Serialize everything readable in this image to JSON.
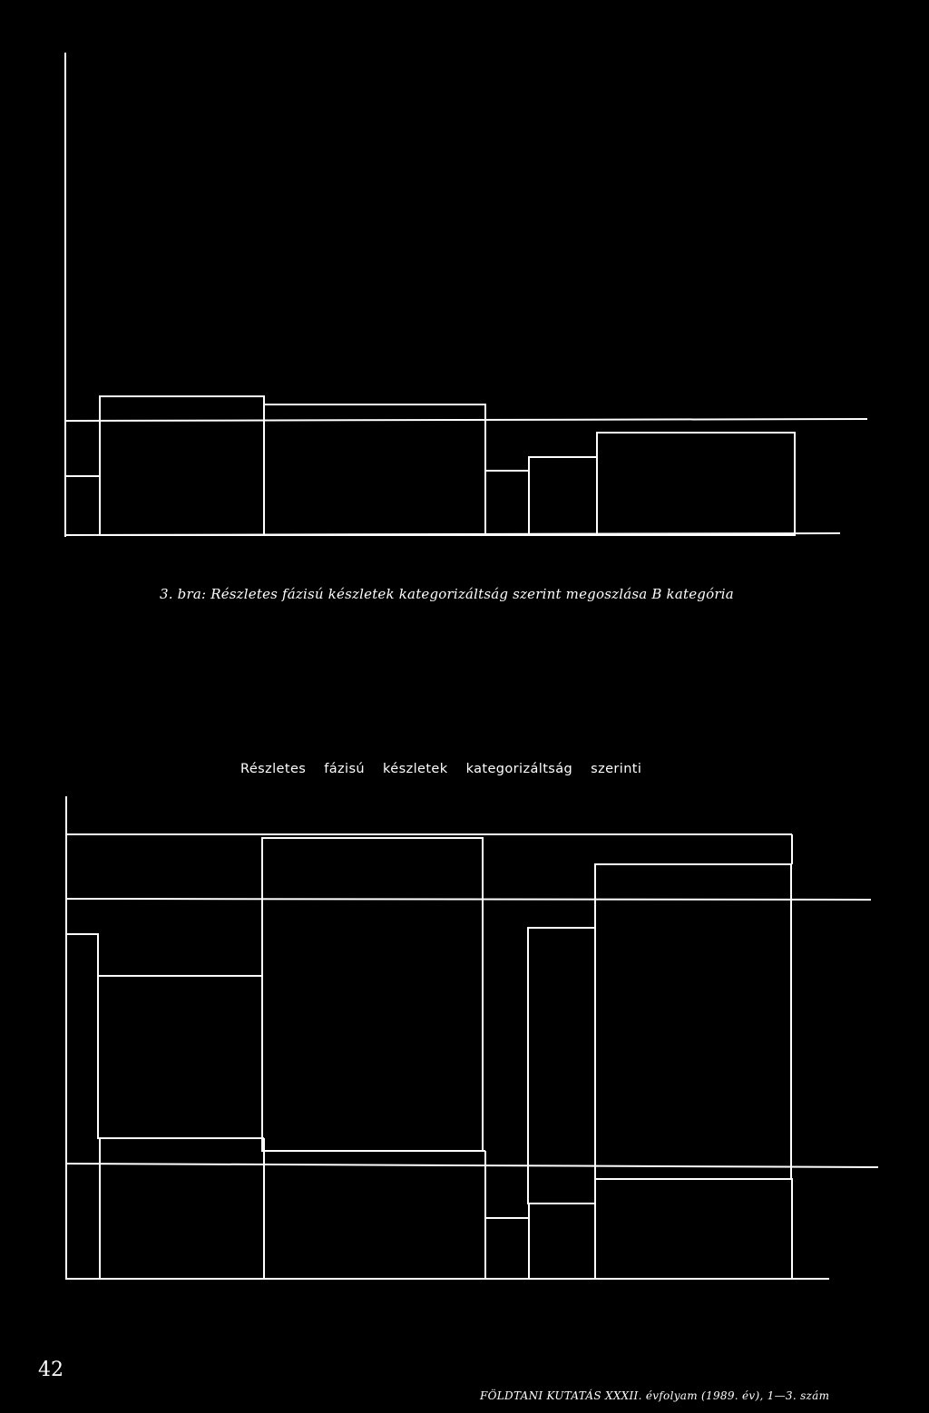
{
  "figure_1": {
    "caption": "3. bra: Részletes fázisú készletek kategorizáltság szerint megoszlása B kategória"
  },
  "figure_2": {
    "title": "Részletes  fázisú  készletek  kategorizáltság  szerinti"
  },
  "footer": {
    "page_number": "42",
    "running_title": "FÖLDTANI KUTATÁS XXXII. évfolyam (1989. év), 1—3. szám"
  },
  "colors": {
    "background": "#000000",
    "foreground": "#ffffff"
  }
}
